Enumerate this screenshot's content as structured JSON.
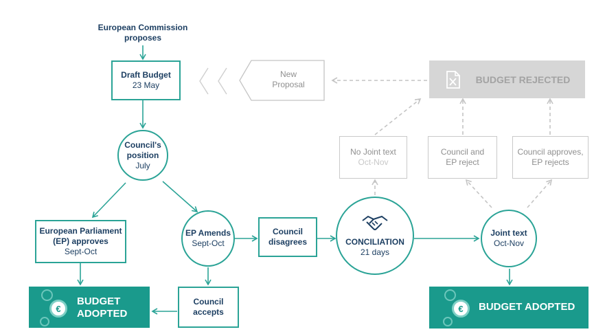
{
  "top_label": {
    "line1": "European Commission",
    "line2": "proposes"
  },
  "draft_budget": {
    "title": "Draft Budget",
    "date": "23 May"
  },
  "new_proposal": {
    "line1": "New",
    "line2": "Proposal"
  },
  "budget_rejected": {
    "label": "BUDGET REJECTED",
    "icon": "rejected-document-icon"
  },
  "council_position": {
    "line1": "Council's",
    "line2": "position",
    "date": "July"
  },
  "ep_approves": {
    "line1": "European Parliament",
    "line2": "(EP) approves",
    "date": "Sept-Oct"
  },
  "ep_amends": {
    "title": "EP Amends",
    "date": "Sept-Oct"
  },
  "council_disagrees": {
    "line1": "Council",
    "line2": "disagrees"
  },
  "conciliation": {
    "title": "CONCILIATION",
    "days": "21 days",
    "icon": "handshake-icon"
  },
  "joint_text": {
    "title": "Joint text",
    "date": "Oct-Nov"
  },
  "no_joint_text": {
    "title": "No Joint text",
    "date": "Oct-Nov"
  },
  "council_ep_reject": {
    "line1": "Council and",
    "line2": "EP reject"
  },
  "council_approves_ep_rejects": {
    "line1": "Council approves,",
    "line2": "EP rejects"
  },
  "council_accepts": {
    "line1": "Council",
    "line2": "accepts"
  },
  "budget_adopted_left": {
    "line1": "BUDGET",
    "line2": "ADOPTED",
    "icon": "euro-coin-icon"
  },
  "budget_adopted_right": {
    "label": "BUDGET ADOPTED",
    "icon": "euro-coin-icon"
  },
  "coin_symbol": "€",
  "colors": {
    "teal": "#2aa396",
    "teal_fill": "#1a9a8c",
    "navy": "#1d3f62",
    "grey": "#c9c9c9"
  }
}
